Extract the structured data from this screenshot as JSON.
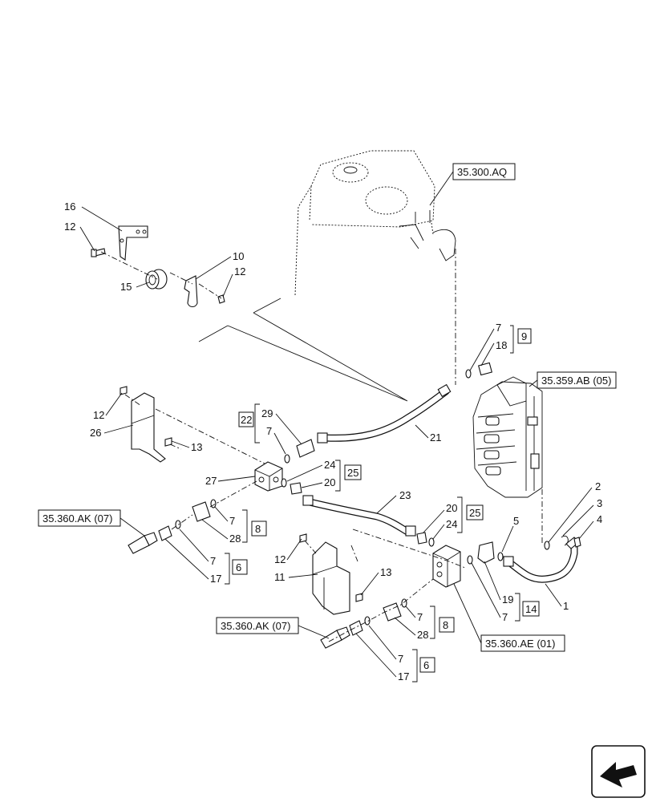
{
  "diagram": {
    "refs": {
      "tank": "35.300.AQ",
      "valve": "35.359.AB (05)",
      "ak_top": "35.360.AK (07)",
      "ak_bottom": "35.360.AK (07)",
      "ae": "35.360.AE (01)"
    },
    "labels": {
      "n16": "16",
      "n12a": "12",
      "n15": "15",
      "n10": "10",
      "n12b": "12",
      "n7a": "7",
      "n18": "18",
      "n9": "9",
      "n12c": "12",
      "n26": "26",
      "n13a": "13",
      "n22": "22",
      "n29": "29",
      "n7b": "7",
      "n21": "21",
      "n27": "27",
      "n24a": "24",
      "n20a": "20",
      "n25a": "25",
      "n23": "23",
      "n20b": "20",
      "n24b": "24",
      "n25b": "25",
      "n2": "2",
      "n3": "3",
      "n4": "4",
      "n5": "5",
      "n7c": "7",
      "n28a": "28",
      "n8a": "8",
      "n7d": "7",
      "n17a": "17",
      "n6a": "6",
      "n12d": "12",
      "n11": "11",
      "n13b": "13",
      "n19": "19",
      "n7e": "7",
      "n14": "14",
      "n1": "1",
      "n7f": "7",
      "n28b": "28",
      "n8b": "8",
      "n7g": "7",
      "n17b": "17",
      "n6b": "6"
    },
    "direction_arrow": "arrow-icon"
  }
}
